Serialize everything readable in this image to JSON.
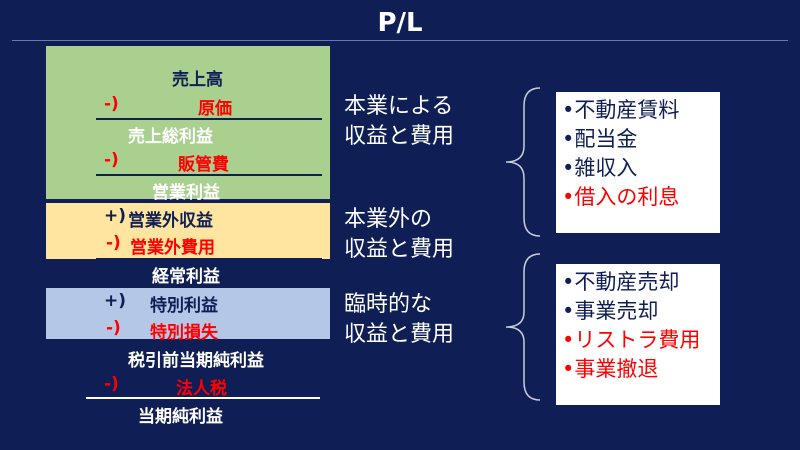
{
  "header": {
    "title": "P/L"
  },
  "pl": {
    "sales": "売上高",
    "cogs_op": "-)",
    "cogs": "原価",
    "gross_profit": "売上総利益",
    "sga_op": "-)",
    "sga": "販管費",
    "operating_profit": "営業利益",
    "nonop_income_op": "+)",
    "nonop_income": "営業外収益",
    "nonop_expense_op": "-)",
    "nonop_expense": "営業外費用",
    "ordinary_profit": "経常利益",
    "extra_gain_op": "+)",
    "extra_gain": "特別利益",
    "extra_loss_op": "-)",
    "extra_loss": "特別損失",
    "pretax_profit": "税引前当期純利益",
    "tax_op": "-)",
    "tax": "法人税",
    "net_profit": "当期純利益"
  },
  "labels": {
    "core_line1": "本業による",
    "core_line2": "収益と費用",
    "noncore_line1": "本業外の",
    "noncore_line2": "収益と費用",
    "extra_line1": "臨時的な",
    "extra_line2": "収益と費用"
  },
  "nonop_box": {
    "items": [
      "•不動産賃料",
      "•配当金",
      "•雑収入",
      "•借入の利息"
    ],
    "colors": [
      "#0f1e55",
      "#0f1e55",
      "#0f1e55",
      "#ff0000"
    ]
  },
  "extra_box": {
    "items": [
      "•不動産売却",
      "•事業売却",
      "•リストラ費用",
      "•事業撤退"
    ],
    "colors": [
      "#0f1e55",
      "#0f1e55",
      "#ff0000",
      "#ff0000"
    ]
  },
  "colors": {
    "background": "#0f1e55",
    "core_band": "#a9d08e",
    "noncore_band": "#ffe5a0",
    "extra_band": "#b4c7e7",
    "accent_red": "#ff0000"
  }
}
